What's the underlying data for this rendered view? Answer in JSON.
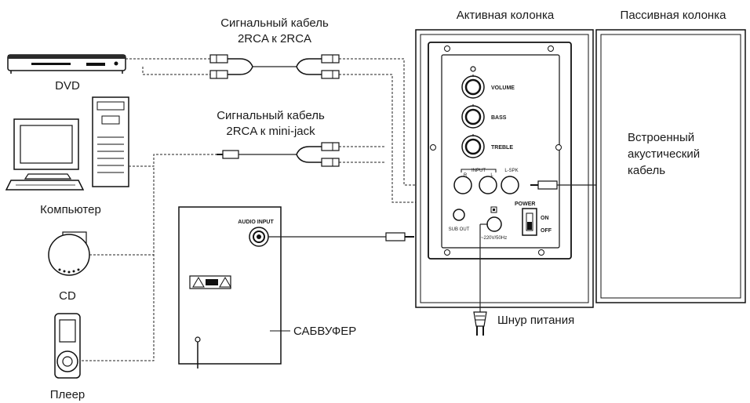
{
  "labels": {
    "cable_rca": [
      "Сигнальный кабель",
      "2RCA к 2RCA"
    ],
    "cable_minijack": [
      "Сигнальный кабель",
      "2RCA к mini-jack"
    ],
    "active_speaker": "Активная колонка",
    "passive_speaker": "Пассивная колонка",
    "dvd": "DVD",
    "computer": "Компьютер",
    "cd": "CD",
    "player": "Плеер",
    "builtin_cable": [
      "Встроенный",
      "акустический",
      "кабель"
    ],
    "subwoofer": "САБВУФЕР",
    "power_cord": "Шнур питания"
  },
  "panel": {
    "volume": "VOLUME",
    "bass": "BASS",
    "treble": "TREBLE",
    "input": "INPUT",
    "r": "R",
    "l": "L",
    "lspk": "L-SPK",
    "power": "POWER",
    "on": "ON",
    "off": "OFF",
    "subout": "SUB OUT",
    "voltage": "~220V/50Hz"
  },
  "subwoofer_panel": {
    "audio_input": "AUDIO INPUT"
  }
}
